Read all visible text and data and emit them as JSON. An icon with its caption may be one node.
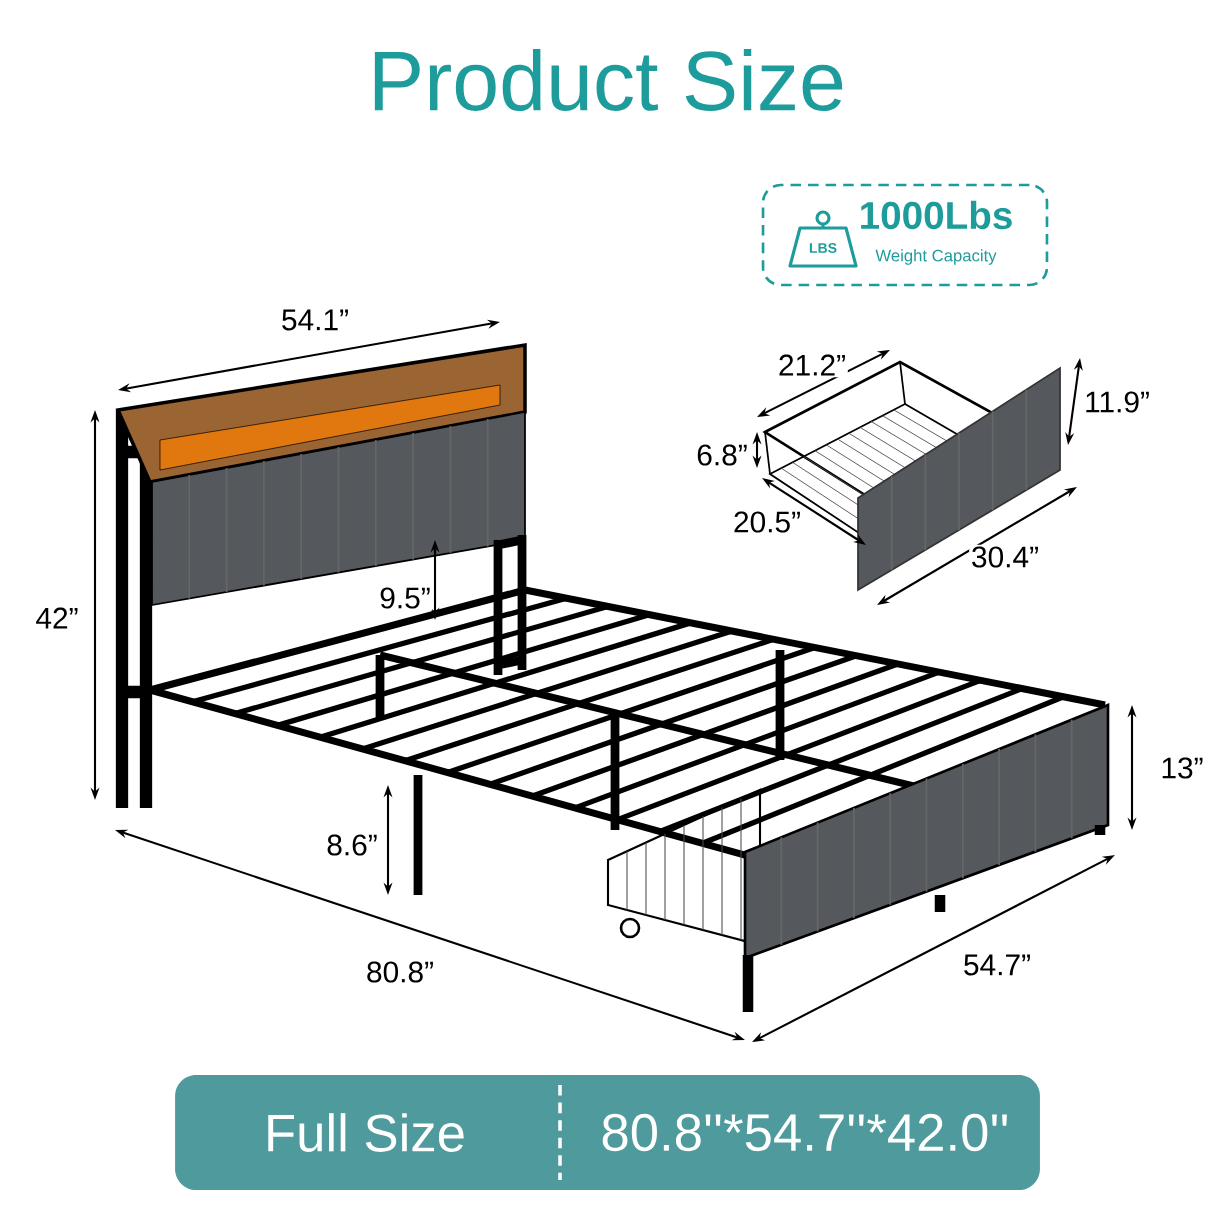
{
  "diagram": {
    "title": "Product Size",
    "nodes": [
      {
        "text": [
          "1000Lbs",
          "Weight Capacity"
        ]
      },
      {
        "text": [
          "Full Size",
          "80.8''*54.7''*42.0''"
        ]
      }
    ],
    "labels": [
      "LBS",
      "54.1”",
      "21.2”",
      "11.9”",
      "6.8”",
      "20.5”",
      "42”",
      "30.4”",
      "9.5”",
      "13”",
      "8.6”",
      "80.8”",
      "54.7”"
    ]
  }
}
